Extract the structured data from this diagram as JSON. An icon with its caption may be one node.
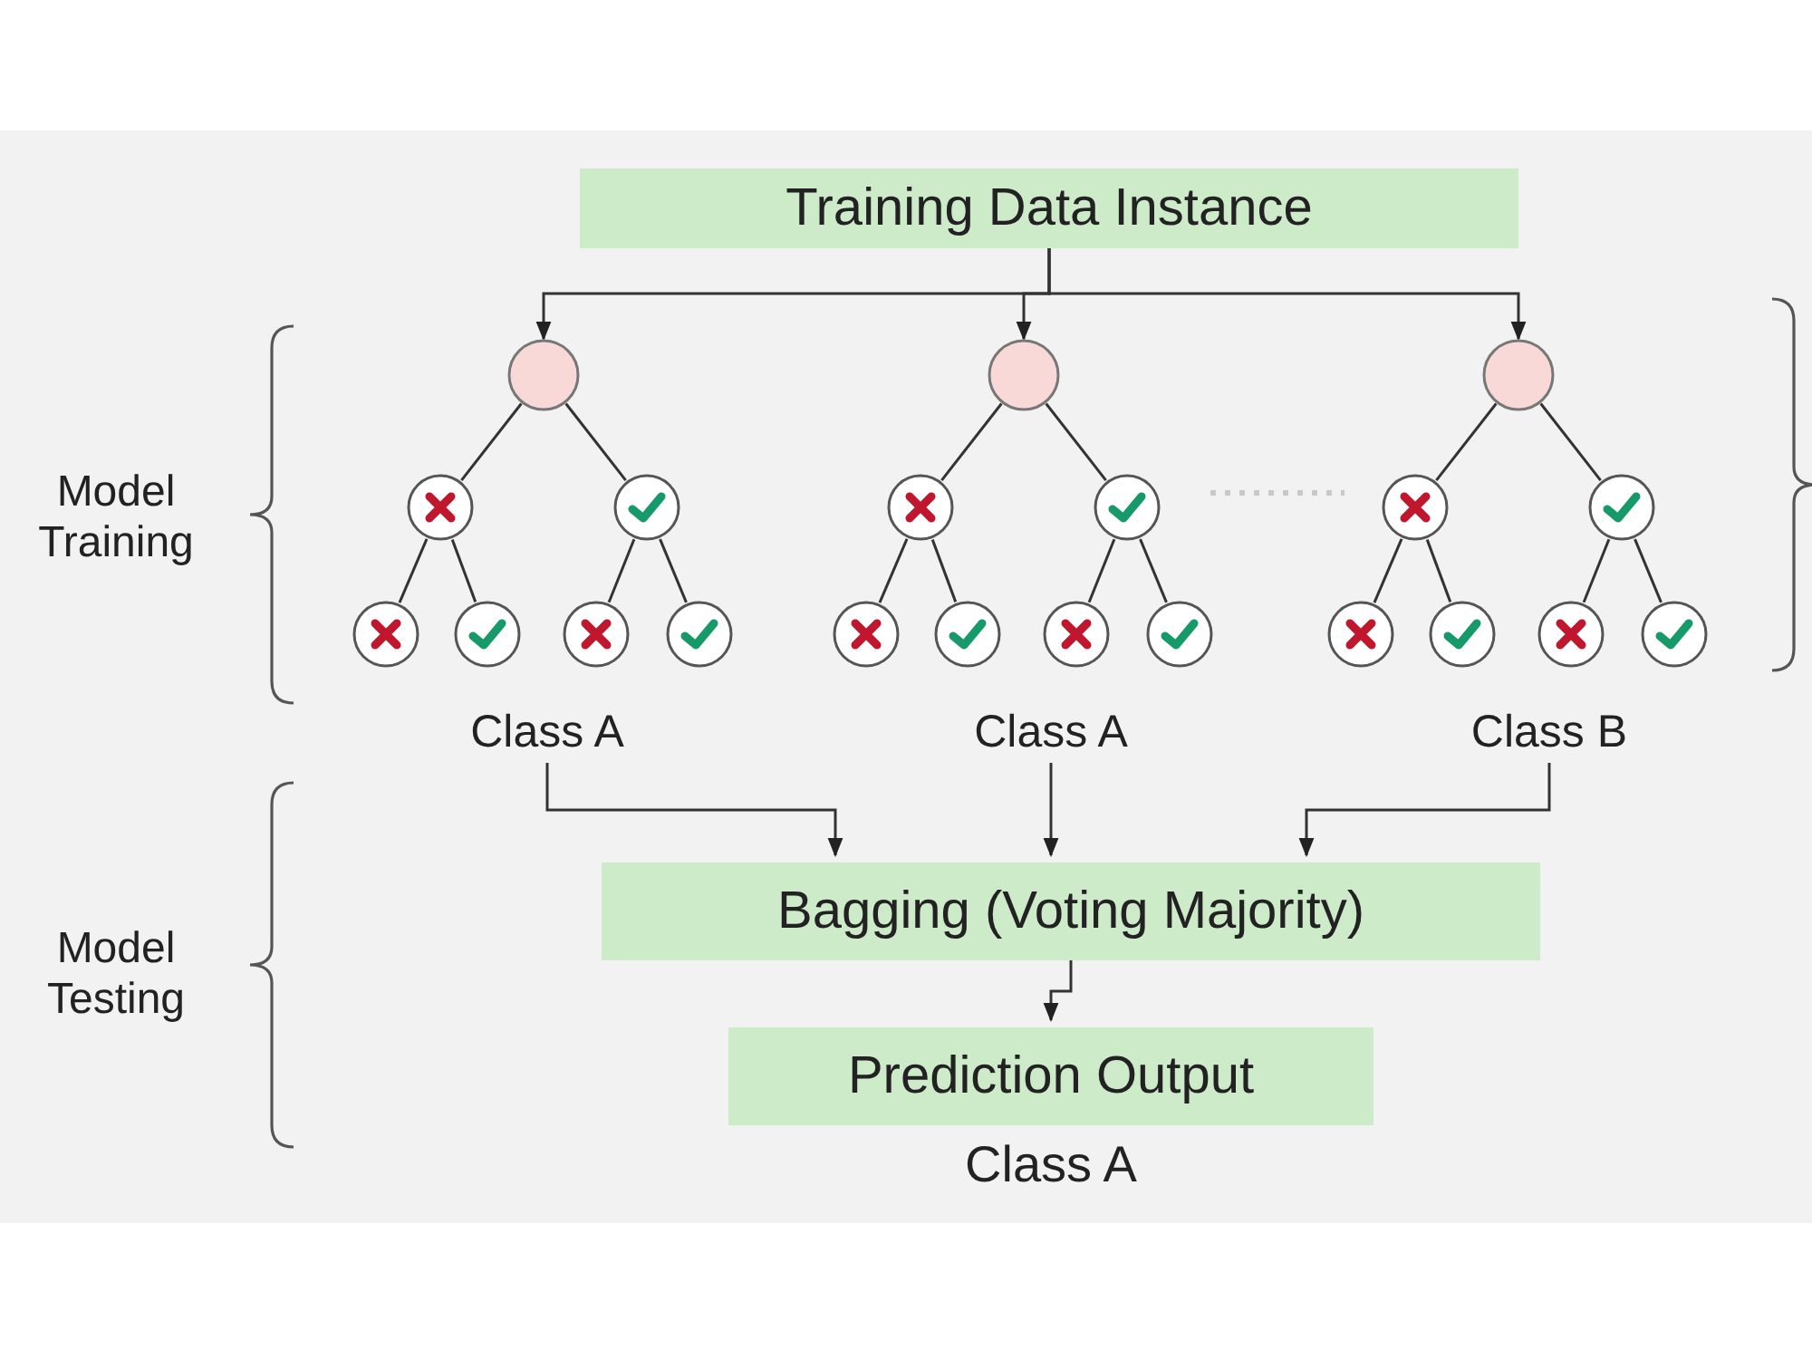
{
  "diagram": {
    "nodes": [
      {
        "text": [
          "Training Data Instance"
        ]
      },
      {
        "text": [],
        "shape": "circle"
      },
      {
        "text": [],
        "shape": "circle"
      },
      {
        "text": [],
        "shape": "circle"
      },
      {
        "text": [],
        "shape": "circle"
      },
      {
        "text": [],
        "shape": "circle"
      },
      {
        "text": [],
        "shape": "circle"
      },
      {
        "text": [],
        "shape": "circle"
      },
      {
        "text": [],
        "shape": "circle"
      },
      {
        "text": [],
        "shape": "circle"
      },
      {
        "text": [],
        "shape": "circle"
      },
      {
        "text": [],
        "shape": "circle"
      },
      {
        "text": [],
        "shape": "circle"
      },
      {
        "text": [],
        "shape": "circle"
      },
      {
        "text": [],
        "shape": "circle"
      },
      {
        "text": [],
        "shape": "circle"
      },
      {
        "text": [],
        "shape": "circle"
      },
      {
        "text": [],
        "shape": "circle"
      },
      {
        "text": [],
        "shape": "circle"
      },
      {
        "text": [],
        "shape": "circle"
      },
      {
        "text": [],
        "shape": "circle"
      },
      {
        "text": [],
        "shape": "circle"
      },
      {
        "text": [
          "Class A"
        ]
      },
      {
        "text": [
          "Class A"
        ]
      },
      {
        "text": [
          "Class B"
        ]
      },
      {
        "text": [
          "Bagging (Voting Majority)"
        ]
      },
      {
        "text": [
          "Prediction Output"
        ],
        "beside": [
          "Class A"
        ]
      }
    ],
    "edges": [
      {
        "from": 0,
        "to": 1,
        "arrow": "to"
      },
      {
        "from": 0,
        "to": 8,
        "arrow": "to"
      },
      {
        "from": 0,
        "to": 15,
        "arrow": "to"
      },
      {
        "from": 1,
        "to": 2,
        "arrow": "none"
      },
      {
        "from": 1,
        "to": 3,
        "arrow": "none"
      },
      {
        "from": 2,
        "to": 4,
        "arrow": "none"
      },
      {
        "from": 2,
        "to": 5,
        "arrow": "none"
      },
      {
        "from": 3,
        "to": 6,
        "arrow": "none"
      },
      {
        "from": 3,
        "to": 7,
        "arrow": "none"
      },
      {
        "from": 8,
        "to": 9,
        "arrow": "none"
      },
      {
        "from": 8,
        "to": 10,
        "arrow": "none"
      },
      {
        "from": 9,
        "to": 11,
        "arrow": "none"
      },
      {
        "from": 9,
        "to": 12,
        "arrow": "none"
      },
      {
        "from": 10,
        "to": 13,
        "arrow": "none"
      },
      {
        "from": 10,
        "to": 14,
        "arrow": "none"
      },
      {
        "from": 15,
        "to": 16,
        "arrow": "none"
      },
      {
        "from": 15,
        "to": 17,
        "arrow": "none"
      },
      {
        "from": 16,
        "to": 18,
        "arrow": "none"
      },
      {
        "from": 16,
        "to": 19,
        "arrow": "none"
      },
      {
        "from": 17,
        "to": 20,
        "arrow": "none"
      },
      {
        "from": 17,
        "to": 21,
        "arrow": "none"
      },
      {
        "from": 22,
        "to": 25,
        "arrow": "to"
      },
      {
        "from": 23,
        "to": 25,
        "arrow": "to"
      },
      {
        "from": 24,
        "to": 25,
        "arrow": "to"
      },
      {
        "from": 25,
        "to": 26,
        "arrow": "to"
      }
    ],
    "labels": [
      "Model Training",
      "Model Testing"
    ]
  }
}
